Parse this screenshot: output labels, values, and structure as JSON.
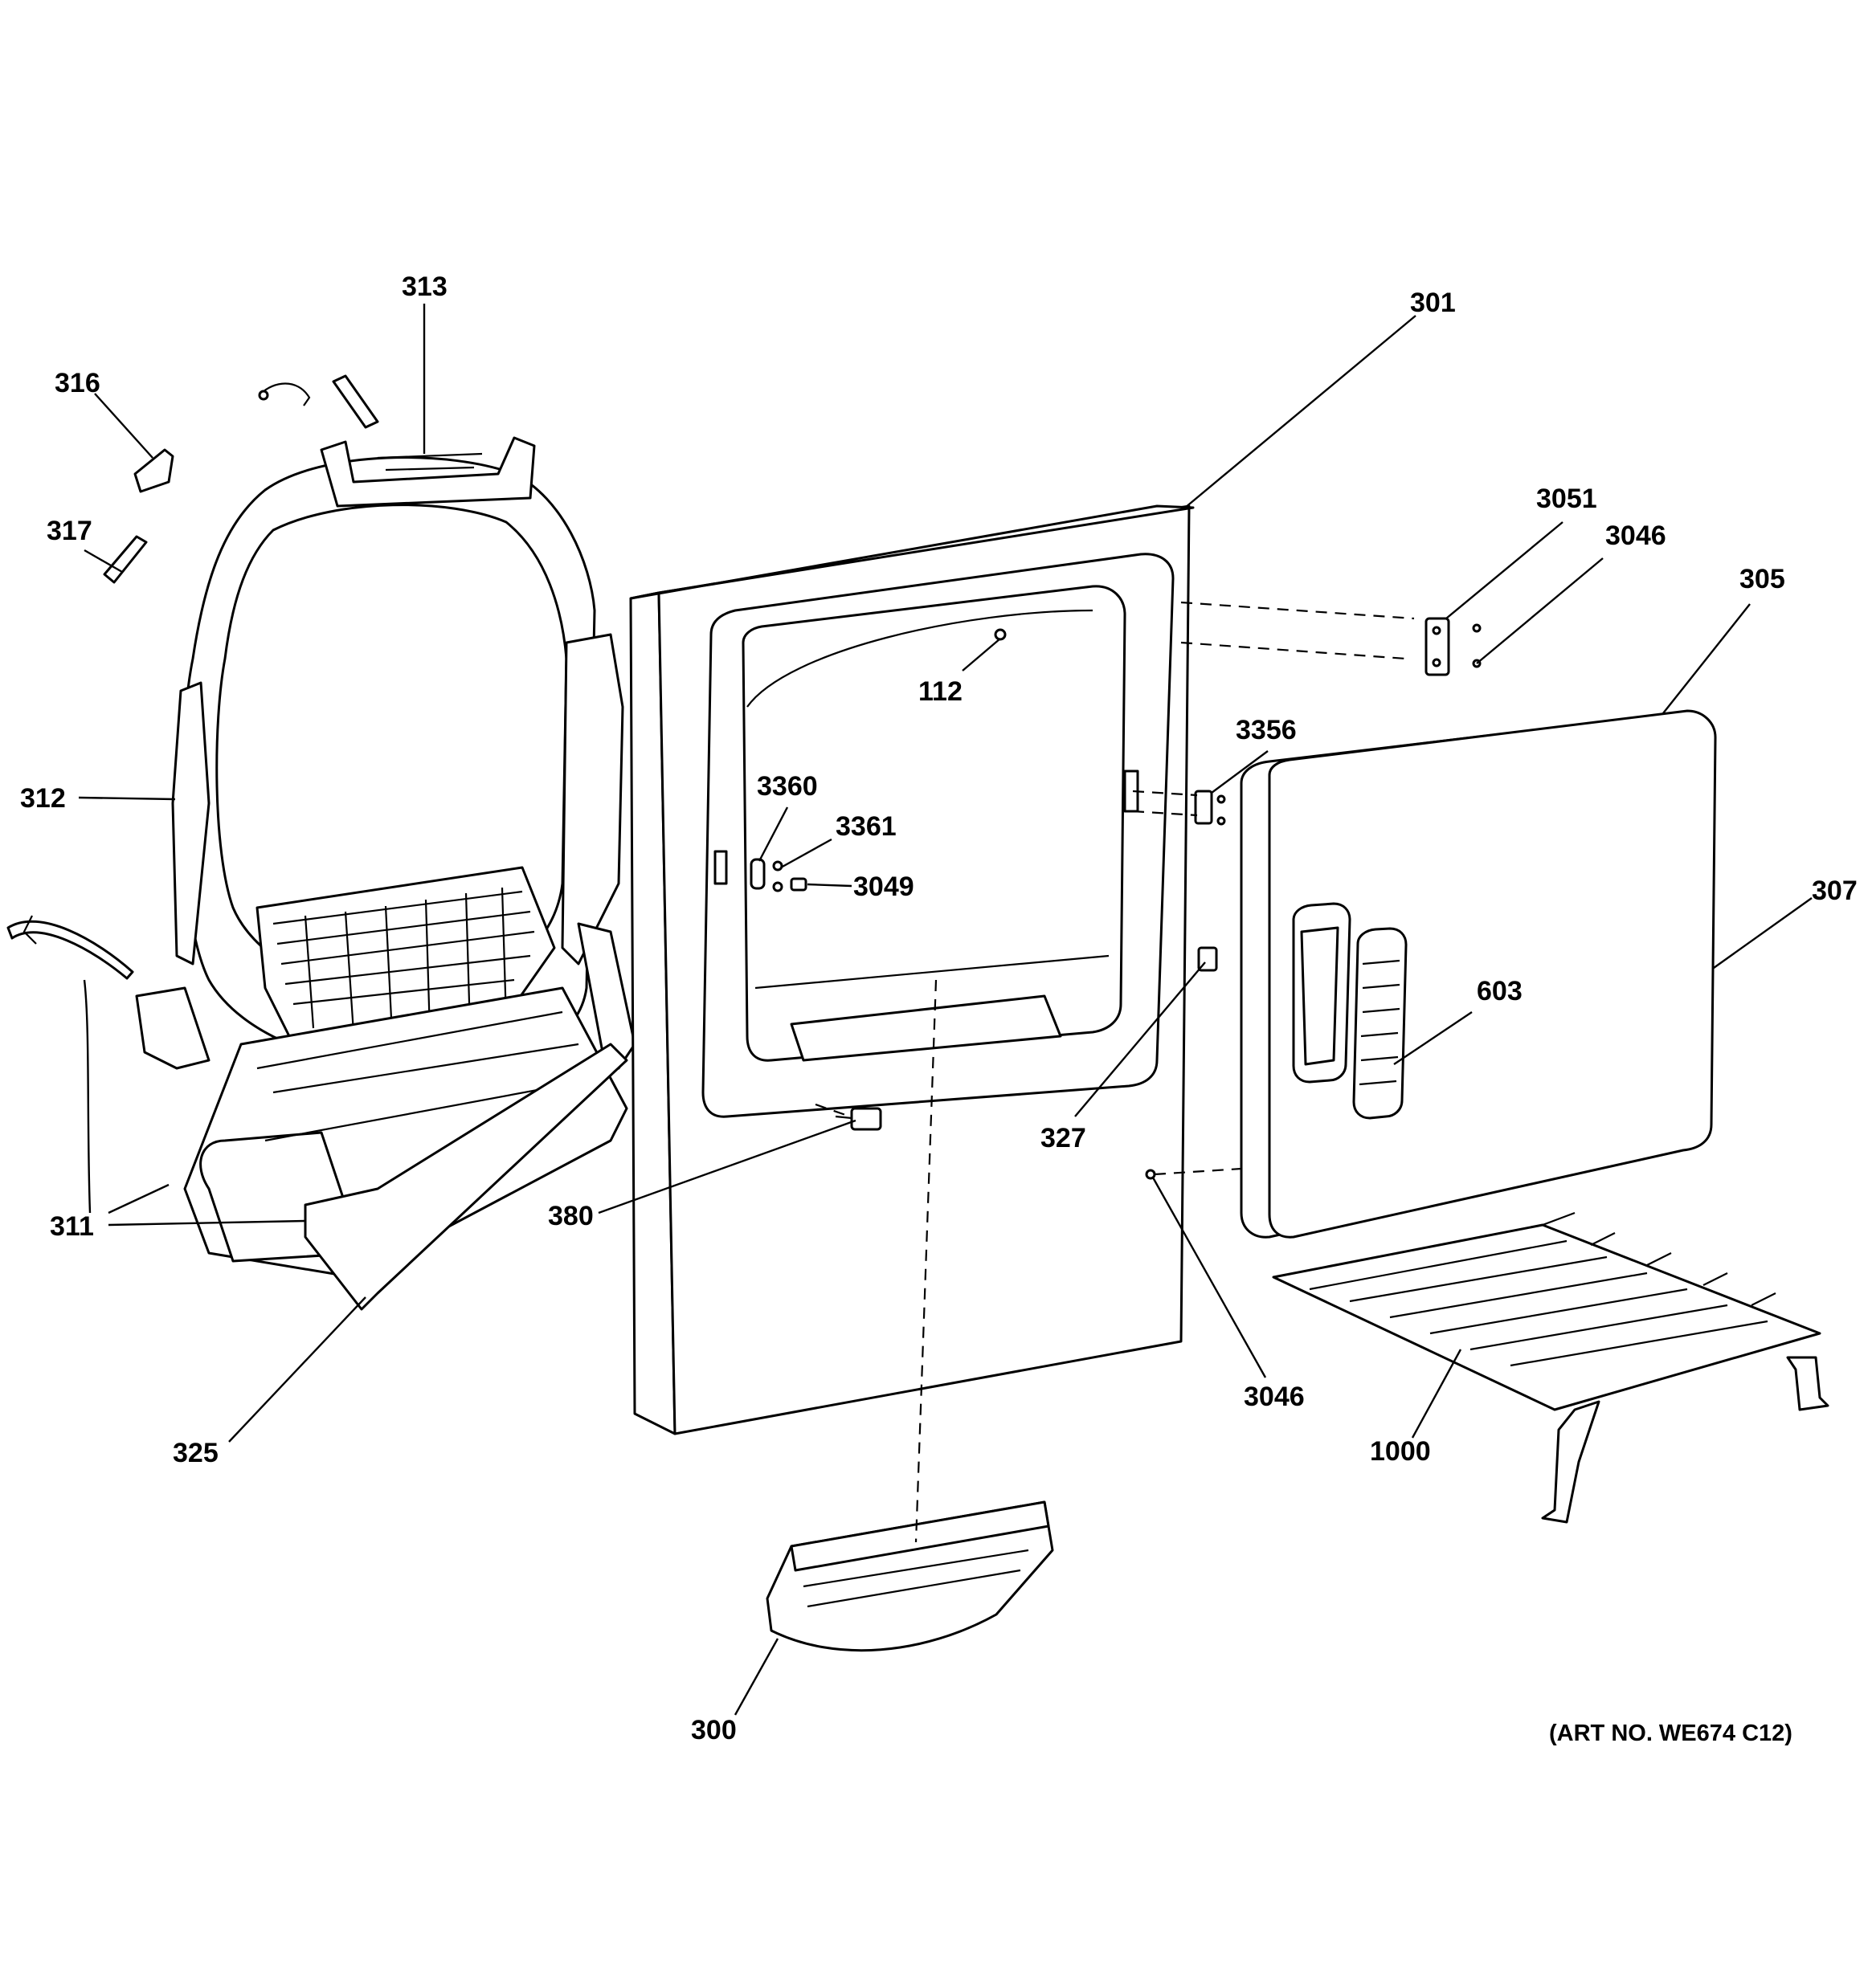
{
  "diagram": {
    "art_number": "(ART NO. WE674 C12)",
    "callouts": [
      {
        "id": "c313",
        "text": "313"
      },
      {
        "id": "c316",
        "text": "316"
      },
      {
        "id": "c317",
        "text": "317"
      },
      {
        "id": "c312",
        "text": "312"
      },
      {
        "id": "c311",
        "text": "311"
      },
      {
        "id": "c325",
        "text": "325"
      },
      {
        "id": "c301",
        "text": "301"
      },
      {
        "id": "c112",
        "text": "112"
      },
      {
        "id": "c3360",
        "text": "3360"
      },
      {
        "id": "c3361",
        "text": "3361"
      },
      {
        "id": "c3049",
        "text": "3049"
      },
      {
        "id": "c380",
        "text": "380"
      },
      {
        "id": "c300",
        "text": "300"
      },
      {
        "id": "c3051",
        "text": "3051"
      },
      {
        "id": "c3046a",
        "text": "3046"
      },
      {
        "id": "c305",
        "text": "305"
      },
      {
        "id": "c3356",
        "text": "3356"
      },
      {
        "id": "c307",
        "text": "307"
      },
      {
        "id": "c603",
        "text": "603"
      },
      {
        "id": "c327",
        "text": "327"
      },
      {
        "id": "c3046b",
        "text": "3046"
      },
      {
        "id": "c1000",
        "text": "1000"
      }
    ]
  }
}
